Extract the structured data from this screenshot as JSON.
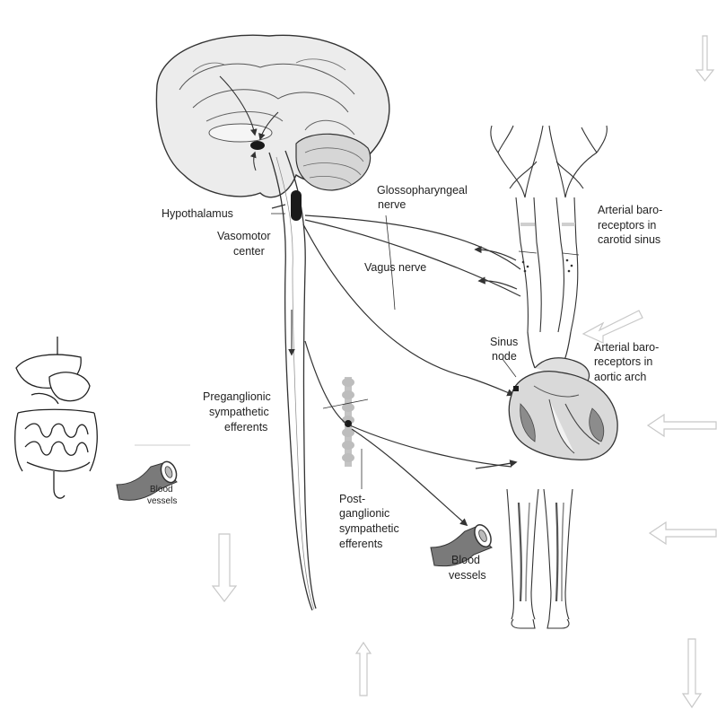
{
  "labels": {
    "hypothalamus": "Hypothalamus",
    "vasomotor_1": "Vasomotor",
    "vasomotor_2": "center",
    "glosso_1": "Glossopharyngeal",
    "glosso_2": "nerve",
    "vagus": "Vagus nerve",
    "carotid_1": "Arterial baro-",
    "carotid_2": "receptors in",
    "carotid_3": "carotid sinus",
    "sinus_1": "Sinus",
    "sinus_2": "node",
    "aortic_1": "Arterial baro-",
    "aortic_2": "receptors in",
    "aortic_3": "aortic arch",
    "pregang_1": "Preganglionic",
    "pregang_2": "sympathetic",
    "pregang_3": "efferents",
    "postgang_1": "Post-",
    "postgang_2": "ganglionic",
    "postgang_3": "sympathetic",
    "postgang_4": "efferents",
    "vessels_right_1": "Blood",
    "vessels_right_2": "vessels",
    "vessels_left_1": "Blood",
    "vessels_left_2": "vessels"
  },
  "colors": {
    "line": "#333333",
    "organ_fill": "#e6e6e6",
    "dark_fill": "#1a1a1a",
    "vessel_fill": "#7a7a7a",
    "chain_fill": "#bdbdbd",
    "arrow_outline": "#c8c8c8"
  }
}
